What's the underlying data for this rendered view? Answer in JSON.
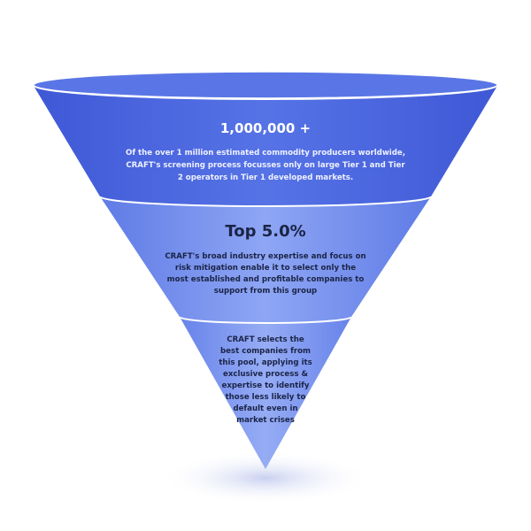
{
  "funnel": {
    "colors": {
      "top": "#4f6ae0",
      "middle": "#7d96ef",
      "bottom": "#8aa2f2",
      "divider": "#ffffff"
    },
    "tiers": [
      {
        "title": "1,000,000 +",
        "text": "Of the over 1 million estimated commodity producers worldwide, CRAFT's screening process focusses only on large Tier 1 and Tier 2 operators in Tier 1 developed markets."
      },
      {
        "title": "Top 5.0%",
        "text": "CRAFT's broad industry expertise and focus on risk mitigation enable it to select only the most established and profitable companies to support from this group"
      },
      {
        "text": "CRAFT selects the best companies from this pool, applying its exclusive process & expertise to identify those less likely to default even in market crises"
      }
    ]
  }
}
